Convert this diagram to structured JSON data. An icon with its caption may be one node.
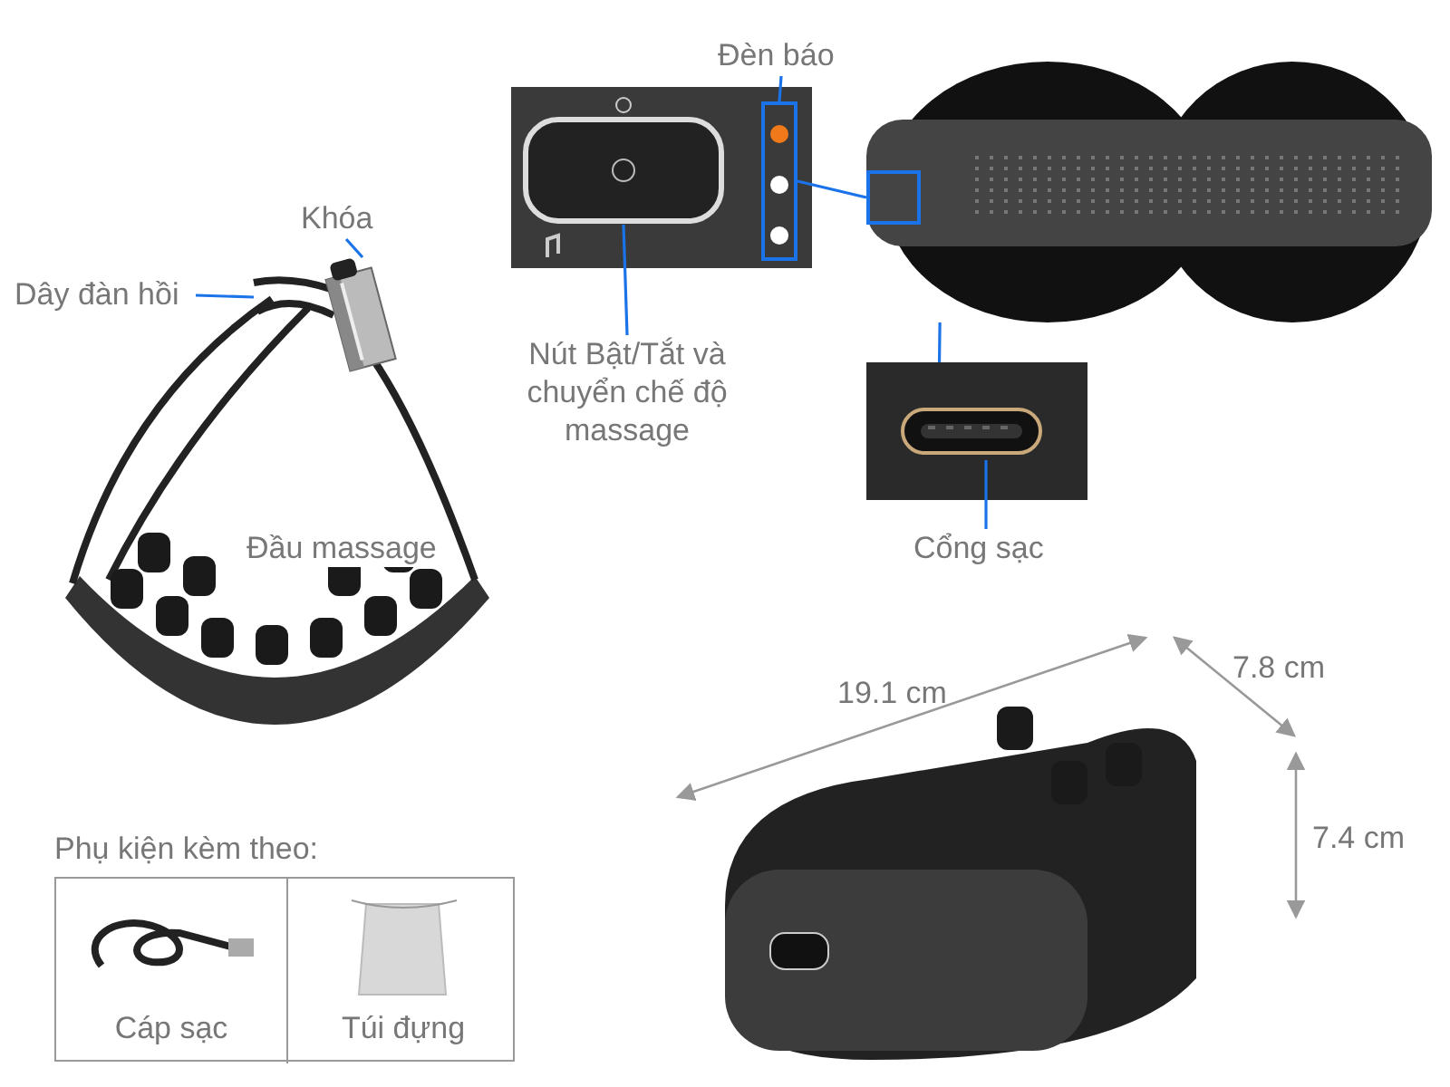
{
  "diagram": {
    "nodes": [
      {
        "text": [
          "Dây đàn hồi"
        ]
      },
      {
        "text": [],
        "shape": "picture"
      },
      {
        "text": [
          "Khóa"
        ]
      },
      {
        "text": [],
        "shape": "picture"
      },
      {
        "text": [
          "Đèn báo"
        ]
      },
      {
        "text": [],
        "shape": "picture"
      },
      {
        "text": [],
        "shape": "box",
        "in": 5
      },
      {
        "text": [
          "Nút Bật/Tắt và chuyển chế độ massage"
        ]
      },
      {
        "text": [],
        "shape": "picture",
        "in": 5
      },
      {
        "text": [],
        "shape": "picture"
      },
      {
        "text": [],
        "shape": "box",
        "in": 9
      },
      {
        "text": [],
        "shape": "picture"
      },
      {
        "text": [],
        "shape": "picture",
        "in": 11
      },
      {
        "text": [
          "Cổng sạc"
        ]
      },
      {
        "text": [
          "Phụ kiện kèm theo:"
        ]
      },
      {
        "text": [
          "Cáp sạc"
        ],
        "in": 14
      },
      {
        "text": [
          "Túi đựng"
        ],
        "in": 14
      }
    ],
    "edges": [
      {
        "from": 0,
        "to": 1,
        "arrow": "none"
      },
      {
        "from": 2,
        "to": 3,
        "arrow": "none"
      },
      {
        "from": 4,
        "to": 6,
        "arrow": "none"
      },
      {
        "from": 7,
        "to": 8,
        "arrow": "none"
      },
      {
        "from": 6,
        "to": 10,
        "arrow": "none"
      },
      {
        "from": 9,
        "to": 11,
        "arrow": "none"
      },
      {
        "from": 13,
        "to": 12,
        "arrow": "none"
      }
    ],
    "labels": [
      "Đầu massage",
      "19.1 cm",
      "7.8 cm",
      "7.4 cm"
    ]
  }
}
